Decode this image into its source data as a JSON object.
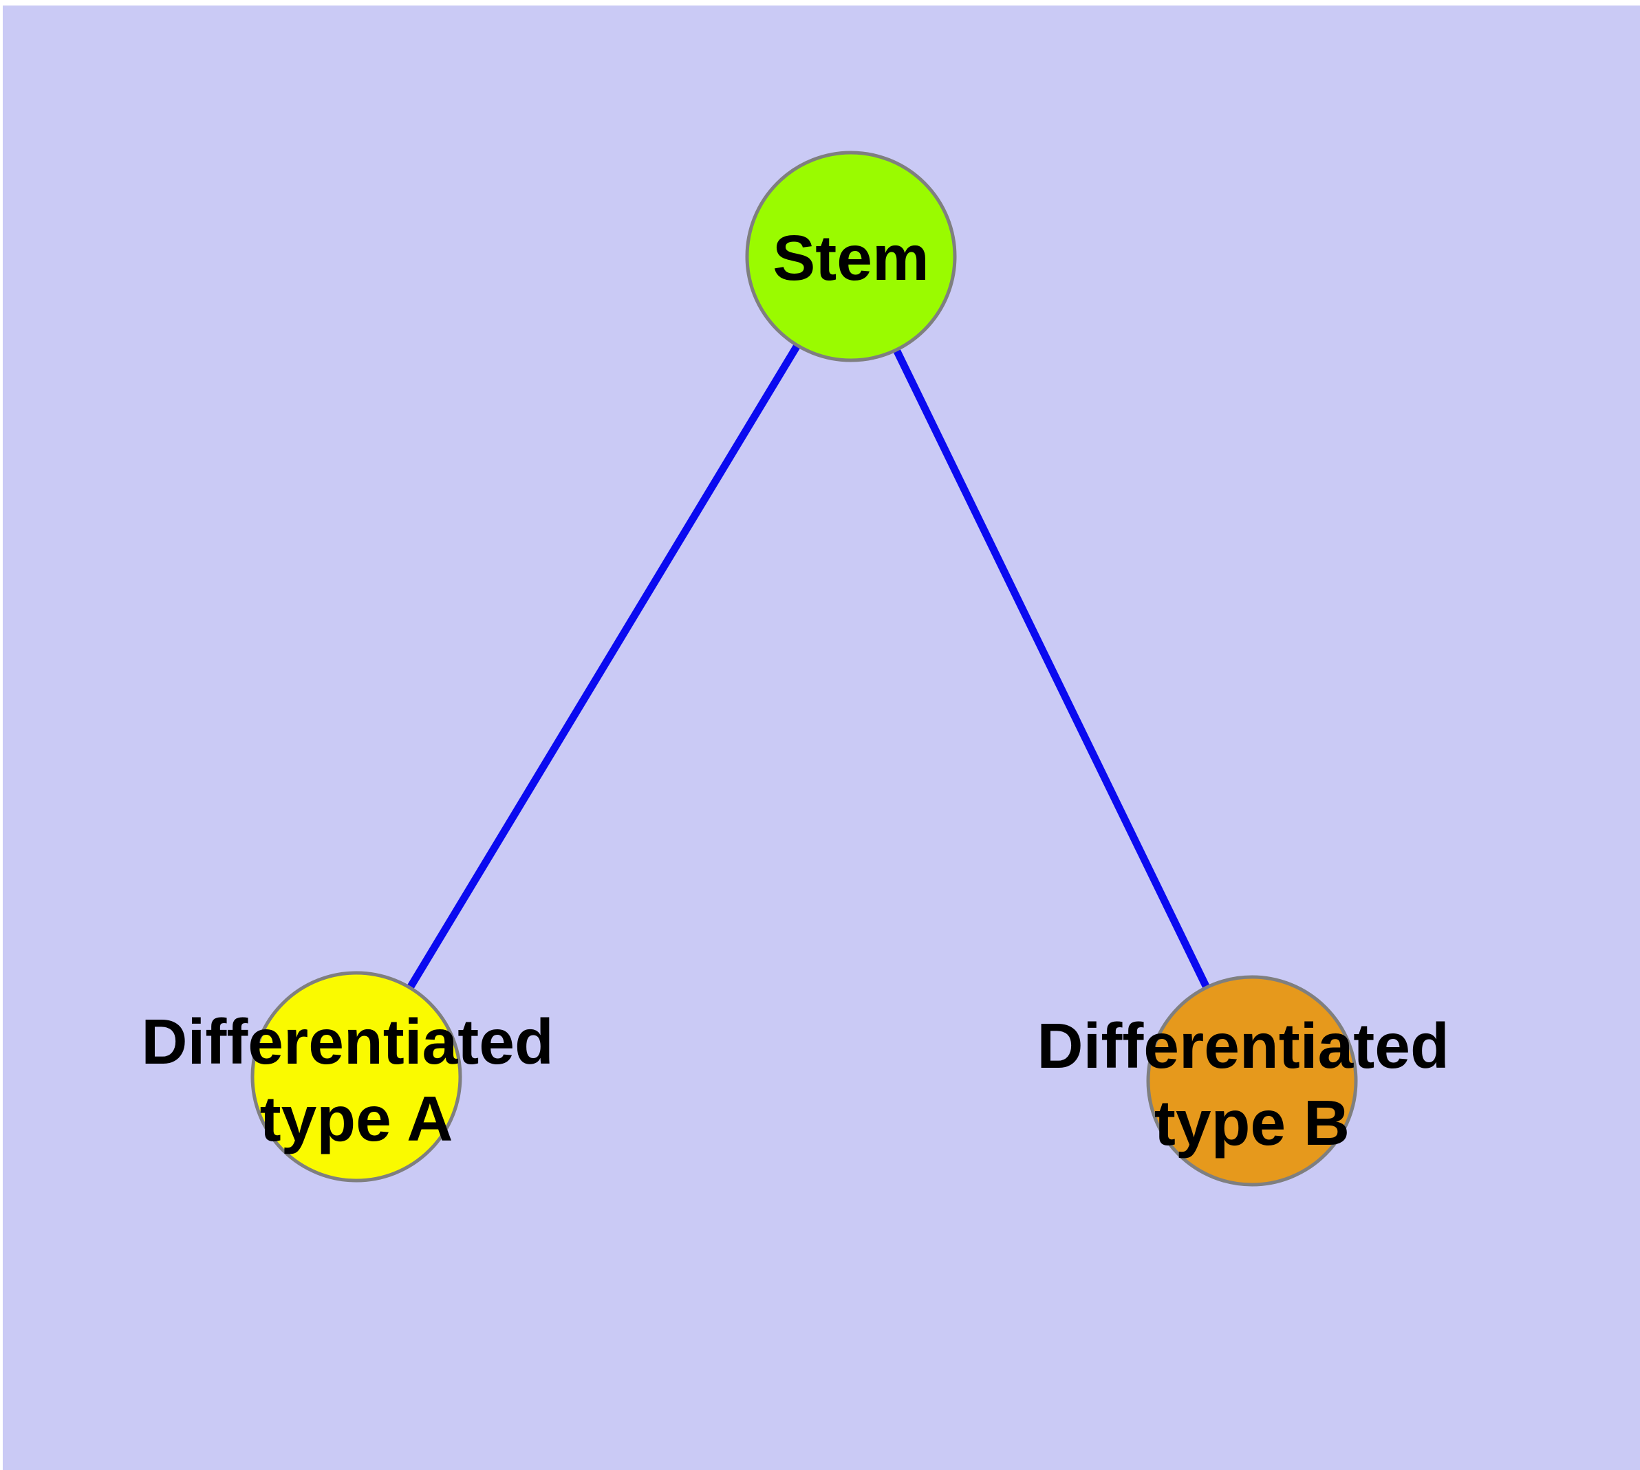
{
  "diagram": {
    "type": "graph",
    "background_color": "#CACAF5",
    "edge_color": "#0A0AF0",
    "node_border_color": "#7F7F7F",
    "label_color": "#000000",
    "nodes": {
      "stem": {
        "label": "Stem",
        "color": "#9AFB00"
      },
      "type_a": {
        "label_line1": "Differentiated",
        "label_line2": "type A",
        "label_full": "Differentiated type A",
        "color": "#FAFA00"
      },
      "type_b": {
        "label_line1": "Differentiated",
        "label_line2": "type B",
        "label_full": "Differentiated type B",
        "color": "#E6991C"
      }
    },
    "edges": [
      {
        "from": "Stem",
        "to": "Differentiated type A"
      },
      {
        "from": "Stem",
        "to": "Differentiated type B"
      }
    ]
  }
}
